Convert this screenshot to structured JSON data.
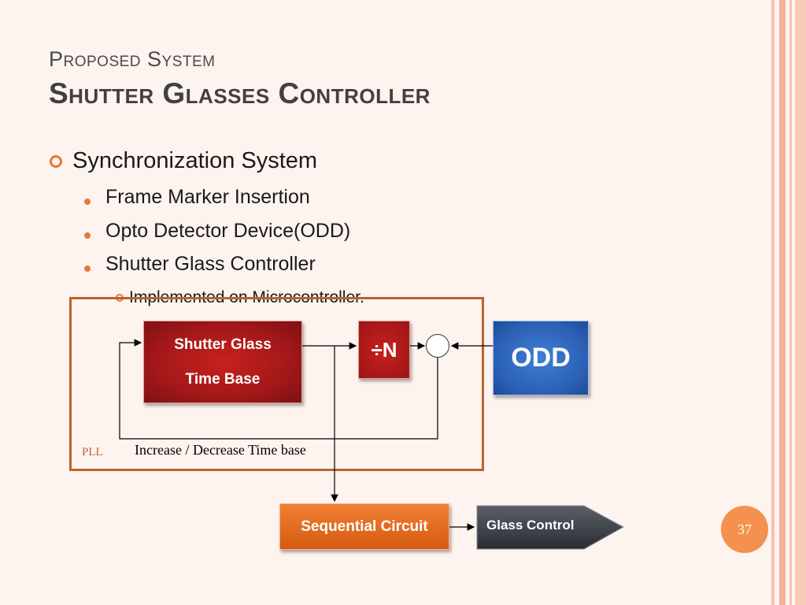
{
  "title": {
    "line1": "Proposed System",
    "line2": "Shutter Glasses Controller"
  },
  "bullets": {
    "level1": "Synchronization System",
    "level2": [
      "Frame Marker Insertion",
      "Opto Detector Device(ODD)",
      "Shutter Glass Controller"
    ],
    "level3": "Implemented on Microcontroller."
  },
  "diagram": {
    "shutter_glass_time_base": {
      "line1": "Shutter Glass",
      "line2": "Time Base"
    },
    "divider": "÷N",
    "odd": "ODD",
    "sequential_circuit": "Sequential Circuit",
    "glass_control": "Glass Control",
    "pll_label": "PLL",
    "feedback_label": "Increase / Decrease Time base"
  },
  "colors": {
    "accent": "#e8773a",
    "red_block": "#b01c1c",
    "blue_block": "#2a5fb4",
    "orange_block": "#e86a1e",
    "dark_block": "#3a3d44"
  },
  "page_number": "37"
}
